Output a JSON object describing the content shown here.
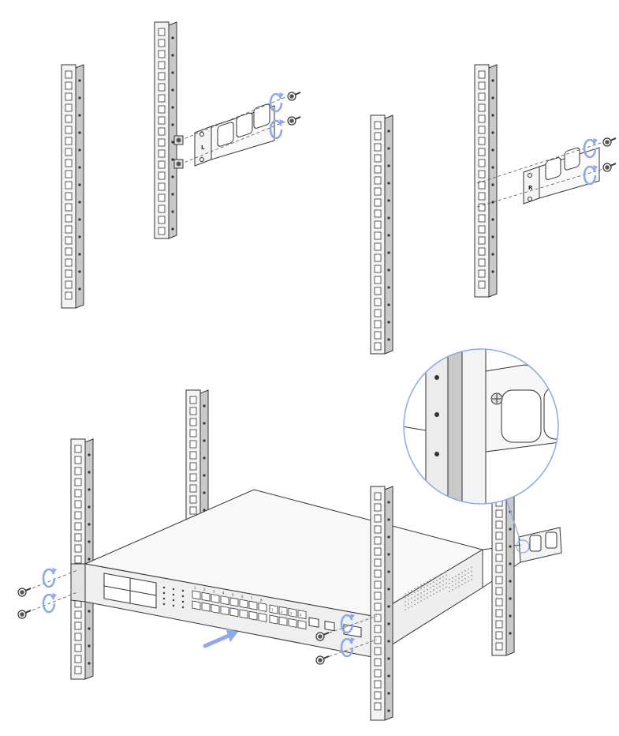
{
  "bracket_labels": {
    "left": "L",
    "right": "R"
  },
  "port_labels": [
    "1",
    "2",
    "3",
    "4",
    "5",
    "6",
    "7",
    "8",
    "1",
    "2",
    "3",
    "4"
  ],
  "colors": {
    "line": "#333333",
    "rail_face": "#f3f3f3",
    "rail_side": "#c9c9c9",
    "slot": "#ffffff",
    "arrow_blue": "#8fa9e8",
    "screw": "#444444",
    "device_top": "#f8f8f8",
    "device_front": "#efefef"
  },
  "icons": [
    "rotate-arrow-icon",
    "screw-icon",
    "push-direction-arrow-icon",
    "magnifier-inset"
  ]
}
